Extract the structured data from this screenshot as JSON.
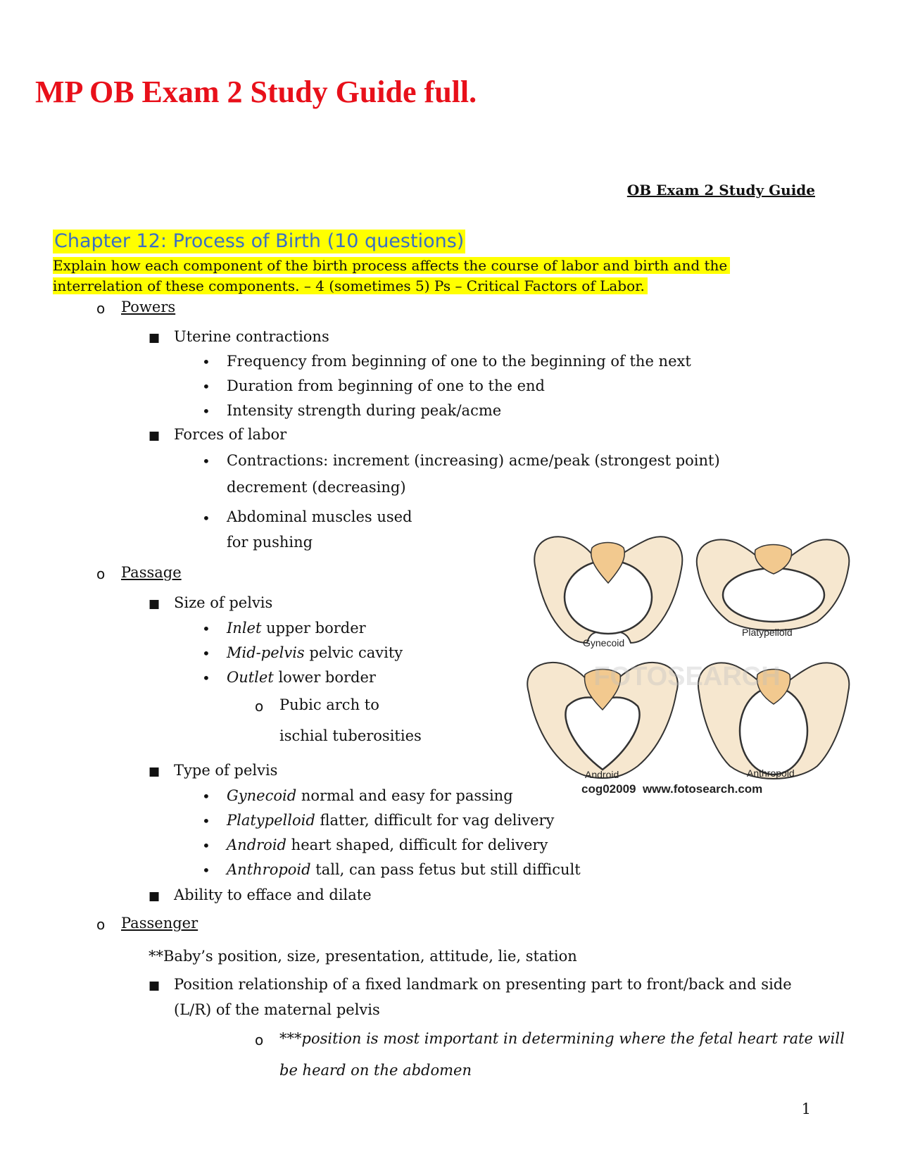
{
  "doc": {
    "title": "MP OB Exam 2 Study Guide full.",
    "header_right": "OB Exam 2 Study Guide",
    "page_number": "1"
  },
  "chapter": {
    "heading": "Chapter 12: Process of Birth (10 questions)",
    "objective_line1": "Explain how each component of the birth process affects the course of labor and birth and the",
    "objective_line2": "interrelation of these components. – 4 (sometimes 5) Ps – Critical Factors of Labor."
  },
  "markers": {
    "circle": "o",
    "square": "■",
    "bullet": "•",
    "box": "",
    "boxes": " "
  },
  "powers": {
    "label": "Powers",
    "uterine": "Uterine contractions",
    "frequency_term": "Frequency",
    "frequency_def": "from beginning of one to the beginning of the next",
    "duration_term": "Duration",
    "duration_def": "from beginning of one to the end",
    "intensity_term": "Intensity",
    "intensity_def": "strength during peak/acme",
    "forces": "Forces of labor",
    "contractions_1": "Contractions: increment (increasing)",
    "contractions_2": "acme/peak (strongest point)",
    "contractions_3": "decrement (decreasing)",
    "abdominal_1": "Abdominal muscles used",
    "abdominal_2": "for pushing"
  },
  "passage": {
    "label": "Passage",
    "size": "Size of pelvis",
    "inlet_term": "Inlet",
    "inlet_def": "upper border",
    "mid_term": "Mid-pelvis",
    "mid_def": "pelvic cavity",
    "outlet_term": "Outlet",
    "outlet_def": "lower border",
    "pubic_1": "Pubic arch to",
    "pubic_2": "ischial tuberosities",
    "type": "Type of pelvis",
    "gynecoid_term": "Gynecoid",
    "gynecoid_def": "normal and easy for passing",
    "platy_term": "Platypelloid",
    "platy_def": "flatter, difficult for vag delivery",
    "android_term": "Android",
    "android_def": "heart shaped, difficult for delivery",
    "anthro_term": "Anthropoid",
    "anthro_def": "tall, can pass fetus but still difficult",
    "efface": "Ability to efface and dilate"
  },
  "passenger": {
    "label": "Passenger",
    "note": "**Baby’s position, size, presentation, attitude, lie, station",
    "position_term": "Position",
    "position_def": "relationship of a fixed landmark on presenting part to front/back and side",
    "position_def2": "(L/R) of the maternal pelvis",
    "important_1": "***position is most important in determining where the fetal heart rate will",
    "important_2": "be heard on the abdomen"
  },
  "figure": {
    "label_gynecoid": "Gynecoid",
    "label_platypelloid": "Platypelloid",
    "label_android": "Android",
    "label_anthropoid": "Anthropoid",
    "credit": "cog02009  www.fotosearch.com",
    "watermark": "FOTOSEARCH",
    "bone_color": "#f6e7cf",
    "sacrum_color": "#f2c98f",
    "outline_color": "#333333"
  }
}
